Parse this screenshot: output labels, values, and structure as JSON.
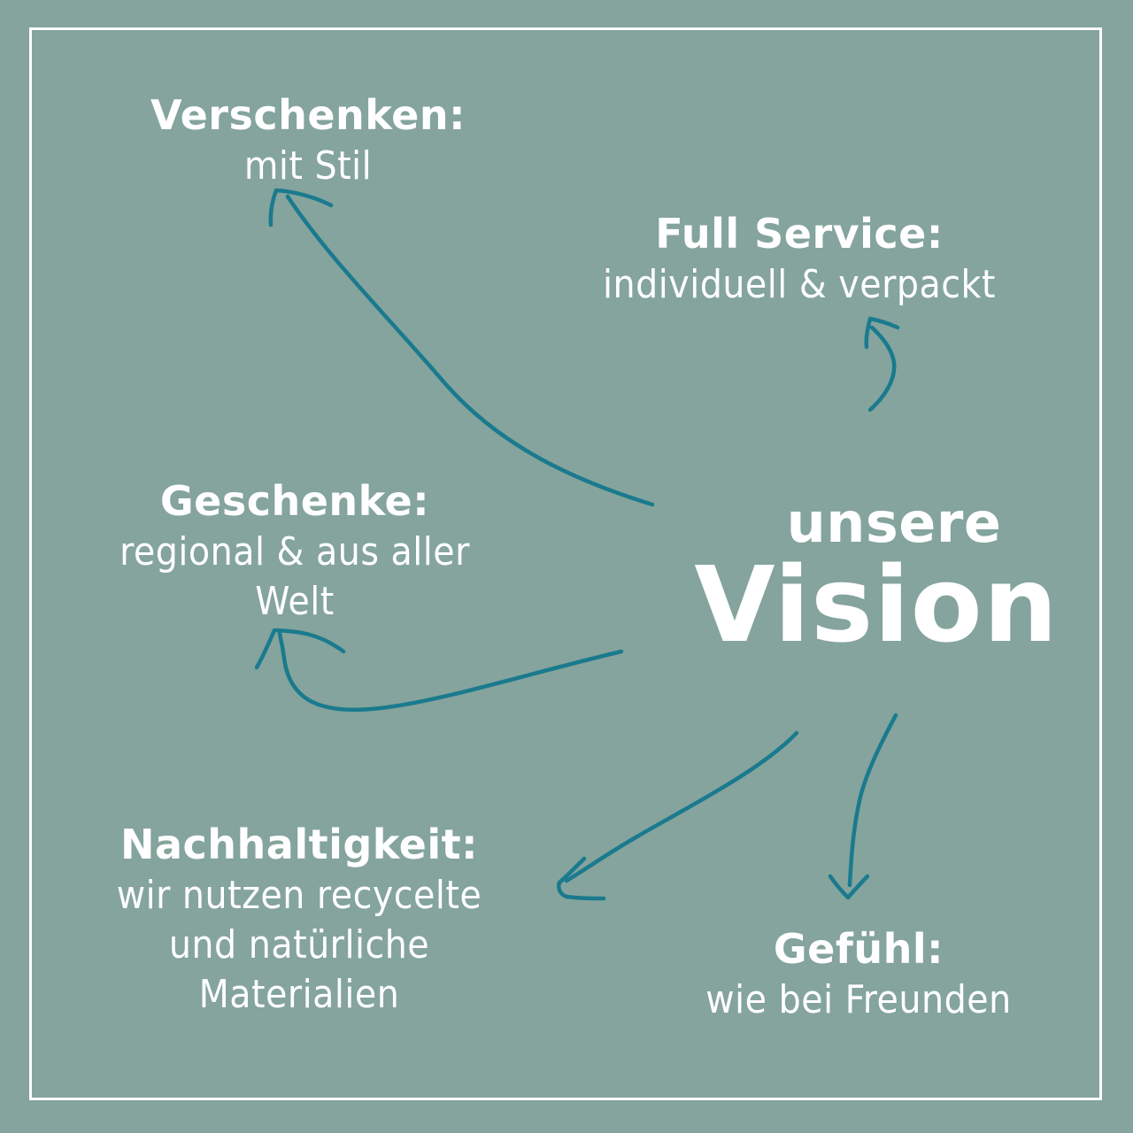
{
  "center": {
    "small": "unsere",
    "large": "Vision"
  },
  "nodes": [
    {
      "id": "verschenken",
      "title": "Verschenken:",
      "lines": [
        "mit Stil"
      ]
    },
    {
      "id": "full-service",
      "title": "Full Service:",
      "lines": [
        "individuell & verpackt"
      ]
    },
    {
      "id": "geschenke",
      "title": "Geschenke:",
      "lines": [
        "regional & aus aller",
        "Welt"
      ]
    },
    {
      "id": "nachhaltigkeit",
      "title": "Nachhaltigkeit:",
      "lines": [
        "wir nutzen recycelte",
        "und natürliche",
        "Materialien"
      ]
    },
    {
      "id": "gefuehl",
      "title": "Gefühl:",
      "lines": [
        "wie bei Freunden"
      ]
    }
  ],
  "colors": {
    "background": "#84a49d",
    "text": "#ffffff",
    "arrow": "#1a7a8e",
    "frame": "#ffffff"
  }
}
